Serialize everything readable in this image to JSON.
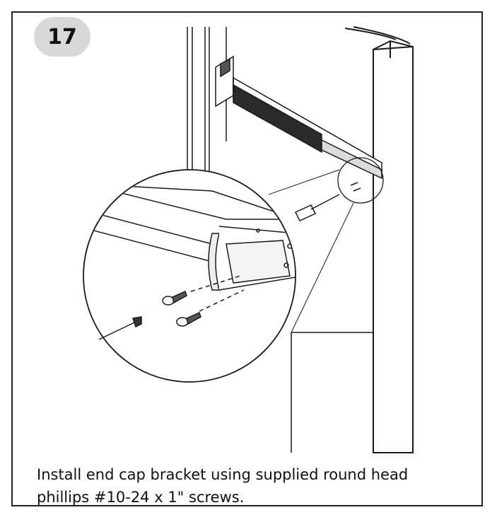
{
  "step": {
    "number": "17"
  },
  "instruction": {
    "line1": "Install end cap bracket using supplied round head",
    "line2": "phillips #10-24 x 1\" screws."
  },
  "colors": {
    "border": "#222222",
    "badge": "#d8d8d8",
    "line": "#1a1a1a"
  }
}
